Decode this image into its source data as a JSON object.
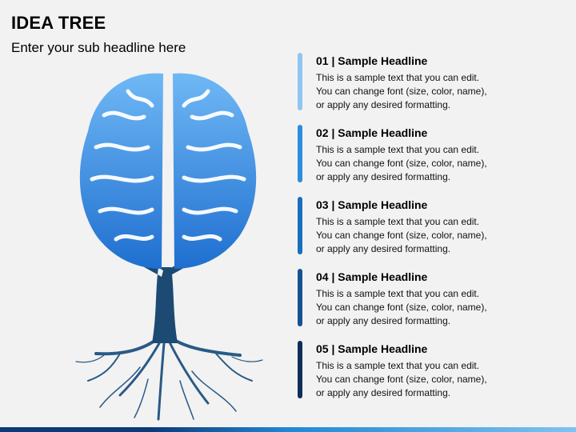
{
  "slide": {
    "title": "IDEA TREE",
    "subtitle": "Enter your sub headline here"
  },
  "items": [
    {
      "number": "01",
      "separator": " | ",
      "headline": "Sample Headline",
      "lines": [
        "This is a sample text that you can edit.",
        "You can change font (size, color, name),",
        "or apply any desired formatting."
      ],
      "bar_color": "#8ec6f3"
    },
    {
      "number": "02",
      "separator": " | ",
      "headline": "Sample Headline",
      "lines": [
        "This is a sample text that you can edit.",
        "You can change font (size, color, name),",
        "or apply any desired formatting."
      ],
      "bar_color": "#2b8de0"
    },
    {
      "number": "03",
      "separator": " | ",
      "headline": "Sample Headline",
      "lines": [
        "This is a sample text that you can edit.",
        "You can change font (size, color, name),",
        "or apply any desired formatting."
      ],
      "bar_color": "#1a6fbd"
    },
    {
      "number": "04",
      "separator": " | ",
      "headline": "Sample Headline",
      "lines": [
        "This is a sample text that you can edit.",
        "You can change font (size, color, name),",
        "or apply any desired formatting."
      ],
      "bar_color": "#145392"
    },
    {
      "number": "05",
      "separator": " | ",
      "headline": "Sample Headline",
      "lines": [
        "This is a sample text that you can edit.",
        "You can change font (size, color, name),",
        "or apply any desired formatting."
      ],
      "bar_color": "#0d2e58"
    }
  ],
  "illustration": {
    "icon": "brain-tree-icon",
    "colors": {
      "brain_top": "#6fb8f5",
      "brain_bottom": "#1f6fd0",
      "trunk": "#1c4a73",
      "roots": "#2a5a86"
    }
  }
}
